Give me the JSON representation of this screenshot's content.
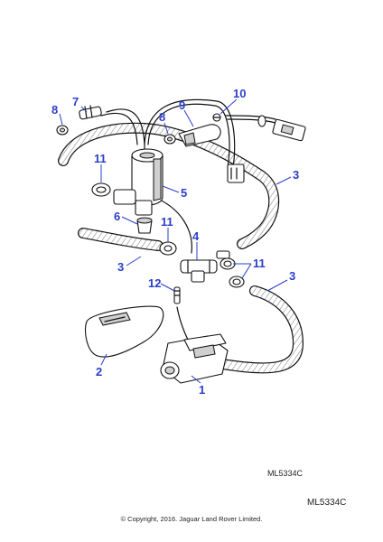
{
  "diagram": {
    "callouts": [
      "8",
      "7",
      "9",
      "10",
      "8",
      "11",
      "3",
      "5",
      "6",
      "11",
      "4",
      "3",
      "11",
      "3",
      "12",
      "2",
      "1"
    ],
    "reference_code_inner": "ML5334C",
    "reference_code_outer": "ML5334C",
    "copyright": "© Copyright, 2016. Jaguar Land Rover Limited."
  }
}
